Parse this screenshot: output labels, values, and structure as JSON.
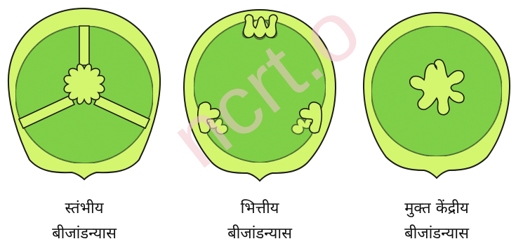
{
  "diagrams": [
    {
      "caption_line1": "स्तंभीय",
      "caption_line2": "बीजांडन्यास"
    },
    {
      "caption_line1": "भित्तीय",
      "caption_line2": "बीजांडन्यास"
    },
    {
      "caption_line1": "मुक्त केंद्रीय",
      "caption_line2": "बीजांडन्यास"
    }
  ],
  "watermark": "ncrt.o",
  "colors": {
    "wall": "#d4f56e",
    "locule": "#7dd33f",
    "locule_texture": "#5cb82c",
    "outline": "#1a1a1a",
    "watermark": "#f3c6cf"
  }
}
